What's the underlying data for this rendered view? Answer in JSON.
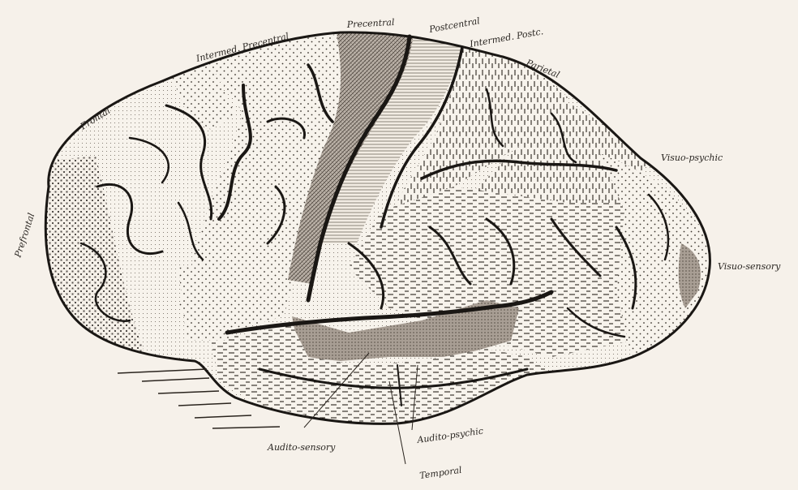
{
  "figure": {
    "colors": {
      "paper": "#f6f1ea",
      "ink": "#1a1714",
      "shaded": "#bdb4ab",
      "light_shade": "#e2dcd4"
    },
    "labels": {
      "prefrontal": "Prefrontal",
      "frontal": "Frontal",
      "intermed_precentral": "Intermed. Precentral",
      "precentral": "Precentral",
      "postcentral": "Postcentral",
      "intermed_postc": "Intermed. Postc.",
      "parietal": "Parietal",
      "visuo_psychic": "Visuo-psychic",
      "visuo_sensory": "Visuo-sensory",
      "audito_sensory": "Audito-sensory",
      "audito_psychic": "Audito-psychic",
      "temporal": "Temporal"
    }
  }
}
